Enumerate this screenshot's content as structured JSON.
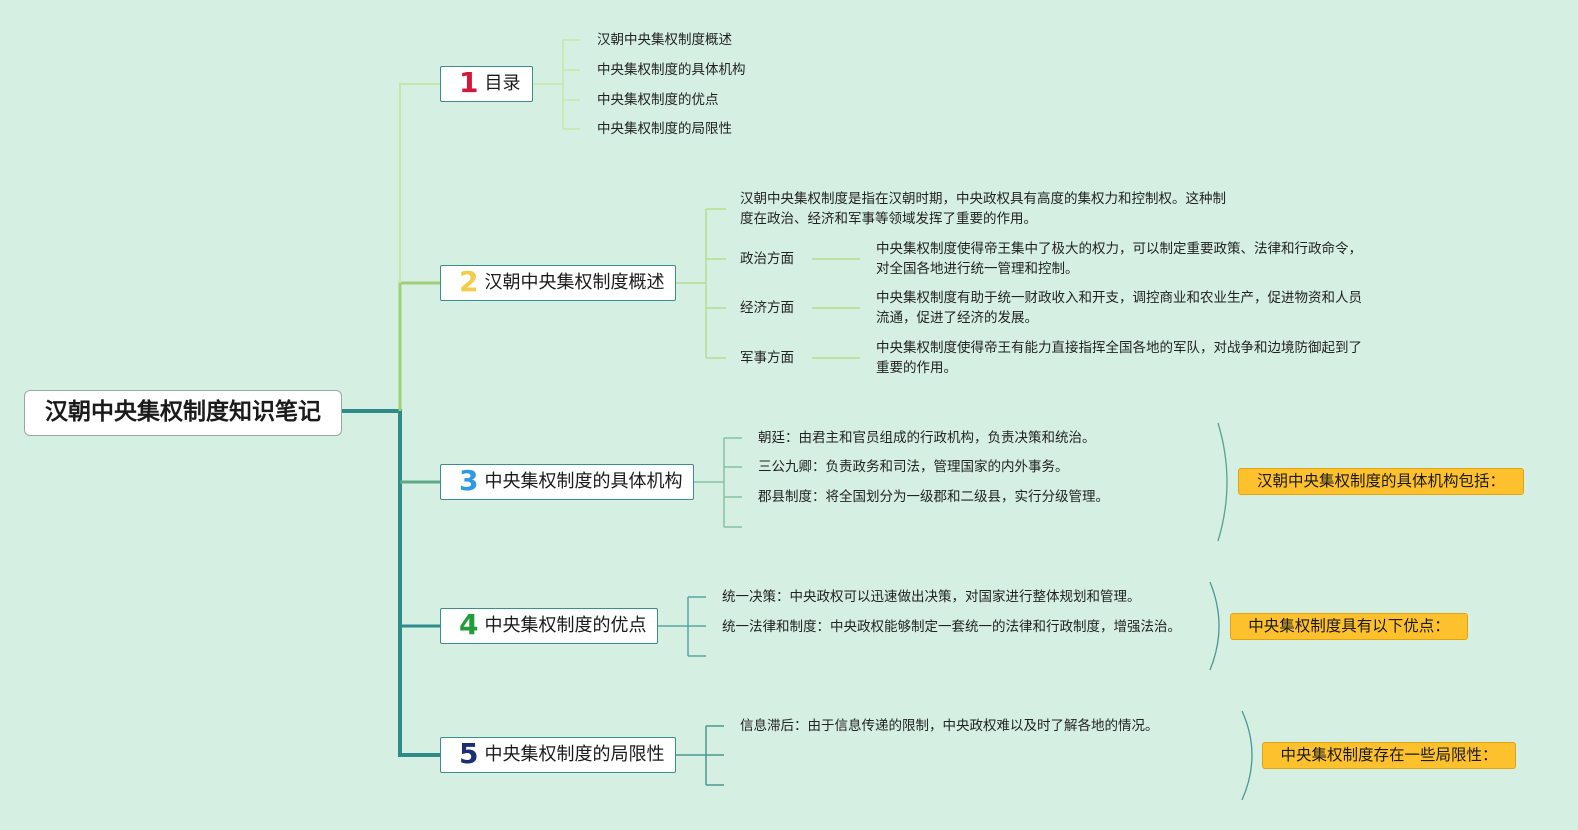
{
  "title": "汉朝中央集权制度知识笔记",
  "colors": {
    "background": "#d5f0e3",
    "trunk": "#2e8b89",
    "line_light": "#b6e0a0",
    "summary_fill": "#fcc12d",
    "num1": "#d3173d",
    "num2": "#f2cc4b",
    "num3": "#2d9be0",
    "num4": "#1f9d38",
    "num5": "#1d2f73"
  },
  "branches": [
    {
      "number": "1",
      "label": "目录",
      "items": [
        "汉朝中央集权制度概述",
        "中央集权制度的具体机构",
        "中央集权制度的优点",
        "中央集权制度的局限性"
      ]
    },
    {
      "number": "2",
      "label": "汉朝中央集权制度概述",
      "intro": "汉朝中央集权制度是指在汉朝时期，中央政权具有高度的集权力和控制权。这种制度在政治、经济和军事等领域发挥了重要的作用。",
      "aspects": [
        {
          "name": "政治方面",
          "detail": "中央集权制度使得帝王集中了极大的权力，可以制定重要政策、法律和行政命令，对全国各地进行统一管理和控制。"
        },
        {
          "name": "经济方面",
          "detail": "中央集权制度有助于统一财政收入和开支，调控商业和农业生产，促进物资和人员流通，促进了经济的发展。"
        },
        {
          "name": "军事方面",
          "detail": "中央集权制度使得帝王有能力直接指挥全国各地的军队，对战争和边境防御起到了重要的作用。"
        }
      ]
    },
    {
      "number": "3",
      "label": "中央集权制度的具体机构",
      "items": [
        "朝廷：由君主和官员组成的行政机构，负责决策和统治。",
        "三公九卿：负责政务和司法，管理国家的内外事务。",
        "郡县制度：将全国划分为一级郡和二级县，实行分级管理。"
      ],
      "summary": "汉朝中央集权制度的具体机构包括："
    },
    {
      "number": "4",
      "label": "中央集权制度的优点",
      "items": [
        "统一决策：中央政权可以迅速做出决策，对国家进行整体规划和管理。",
        "统一法律和制度：中央政权能够制定一套统一的法律和行政制度，增强法治。"
      ],
      "summary": "中央集权制度具有以下优点："
    },
    {
      "number": "5",
      "label": "中央集权制度的局限性",
      "items": [
        "信息滞后：由于信息传递的限制，中央政权难以及时了解各地的情况。"
      ],
      "summary": "中央集权制度存在一些局限性："
    }
  ]
}
